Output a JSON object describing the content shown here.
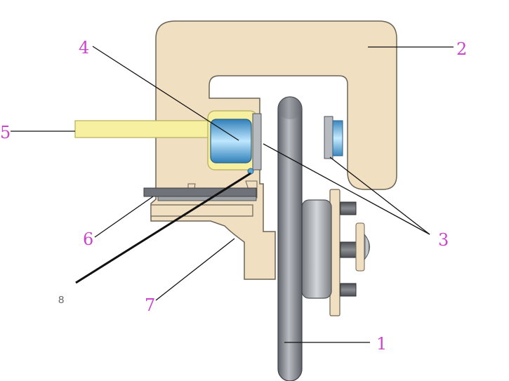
{
  "labels": {
    "shaft": "1",
    "caliper": "2",
    "pads": "3",
    "piston": "4",
    "pin": "5",
    "plate": "6",
    "bracket": "7",
    "seal": "8"
  },
  "colors": {
    "caliper_fill": "#f1dfc2",
    "caliper_stroke": "#6b6355",
    "yellow": "#f7f0a0",
    "blue": "#5aa8d8",
    "grey_dark": "#6f7278",
    "grey_mid": "#9ea3a8",
    "label": "#cc44cc"
  }
}
